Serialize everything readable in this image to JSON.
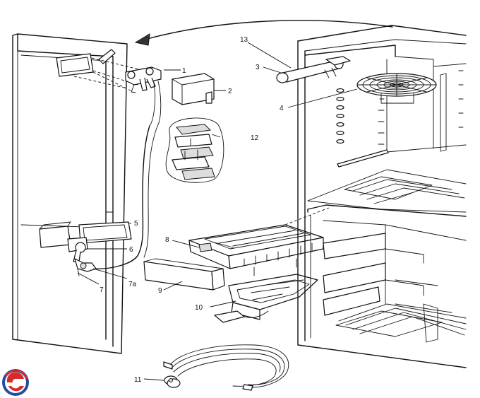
{
  "callouts": [
    {
      "id": "1",
      "label": "1"
    },
    {
      "id": "2",
      "label": "2"
    },
    {
      "id": "3",
      "label": "3"
    },
    {
      "id": "4",
      "label": "4"
    },
    {
      "id": "5",
      "label": "5"
    },
    {
      "id": "6",
      "label": "6"
    },
    {
      "id": "7",
      "label": "7"
    },
    {
      "id": "7a",
      "label": "7a"
    },
    {
      "id": "8",
      "label": "8"
    },
    {
      "id": "9",
      "label": "9"
    },
    {
      "id": "10",
      "label": "10"
    },
    {
      "id": "11",
      "label": "11"
    },
    {
      "id": "12",
      "label": "12"
    },
    {
      "id": "13",
      "label": "13"
    }
  ],
  "logo": {
    "icon": "brand-logo-icon",
    "colors": [
      "#1f4fa3",
      "#d92a2a"
    ]
  }
}
